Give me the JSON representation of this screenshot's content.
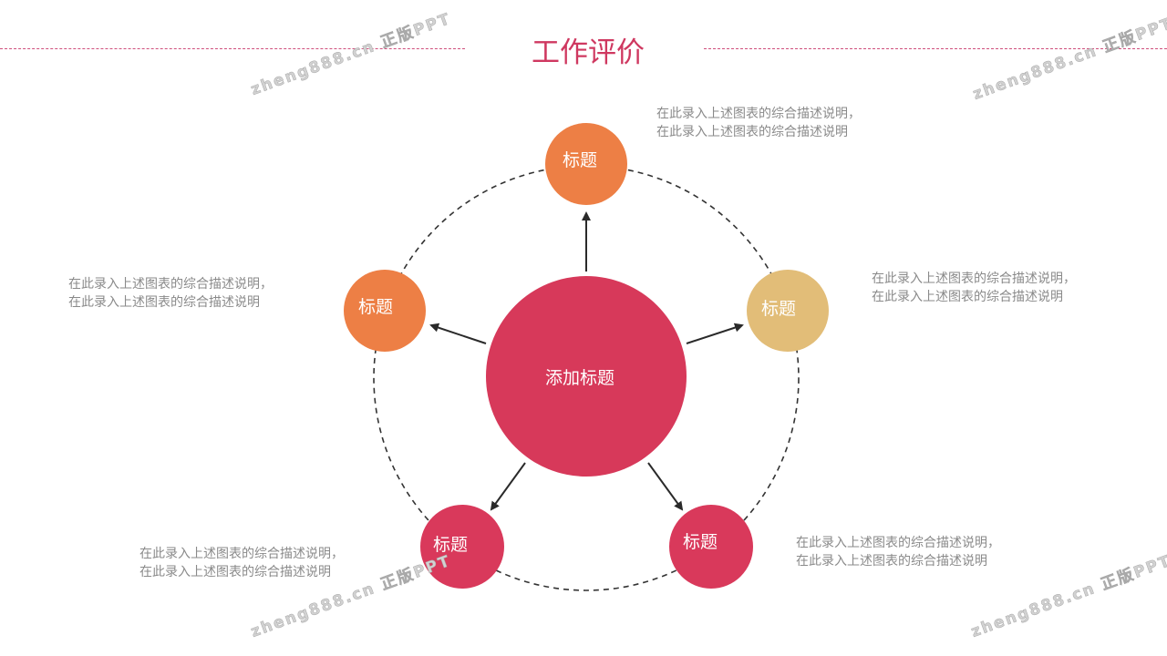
{
  "title": "工作评价",
  "center": {
    "label": "添加标题",
    "color": "#D7395A"
  },
  "nodes": [
    {
      "label": "标题",
      "color": "#ED7F45",
      "desc_line1": "在此录入上述图表的综合描述说明，",
      "desc_line2": "在此录入上述图表的综合描述说明"
    },
    {
      "label": "标题",
      "color": "#E2BD78",
      "desc_line1": "在此录入上述图表的综合描述说明，",
      "desc_line2": "在此录入上述图表的综合描述说明"
    },
    {
      "label": "标题",
      "color": "#D9395B",
      "desc_line1": "在此录入上述图表的综合描述说明，",
      "desc_line2": "在此录入上述图表的综合描述说明"
    },
    {
      "label": "标题",
      "color": "#D9395B",
      "desc_line1": "在此录入上述图表的综合描述说明，",
      "desc_line2": "在此录入上述图表的综合描述说明"
    },
    {
      "label": "标题",
      "color": "#ED7F45",
      "desc_line1": "在此录入上述图表的综合描述说明，",
      "desc_line2": "在此录入上述图表的综合描述说明"
    }
  ],
  "watermark": "zheng888.cn 正版PPT"
}
